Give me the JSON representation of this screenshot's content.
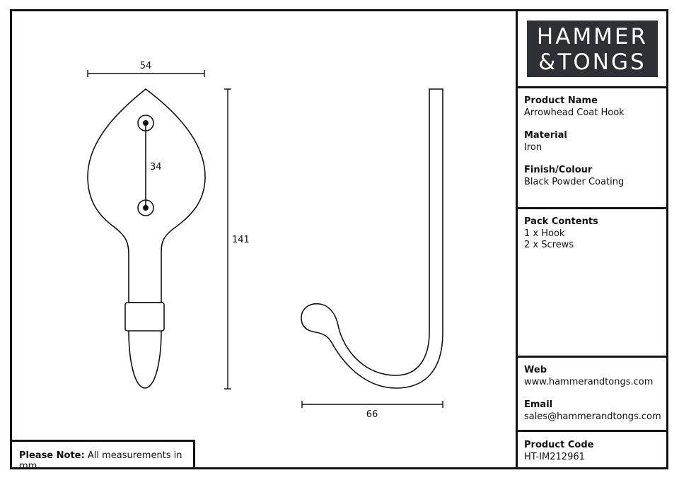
{
  "logo": {
    "line1": "HAMMER",
    "line2": "&TONGS"
  },
  "product": {
    "name_label": "Product Name",
    "name_value": "Arrowhead Coat Hook",
    "material_label": "Material",
    "material_value": "Iron",
    "finish_label": "Finish/Colour",
    "finish_value": "Black Powder Coating"
  },
  "pack": {
    "label": "Pack Contents",
    "items": [
      "1 x Hook",
      "2 x Screws"
    ]
  },
  "contact": {
    "web_label": "Web",
    "web_value": "www.hammerandtongs.com",
    "email_label": "Email",
    "email_value": "sales@hammerandtongs.com"
  },
  "code": {
    "label": "Product Code",
    "value": "HT-IM212961"
  },
  "note": {
    "label": "Please Note:",
    "text": " All measurements in mm"
  },
  "dimensions": {
    "width": "54",
    "hole_spacing": "34",
    "height": "141",
    "depth": "66"
  },
  "colors": {
    "logo_bg": "#2d3136",
    "line": "#111111"
  }
}
